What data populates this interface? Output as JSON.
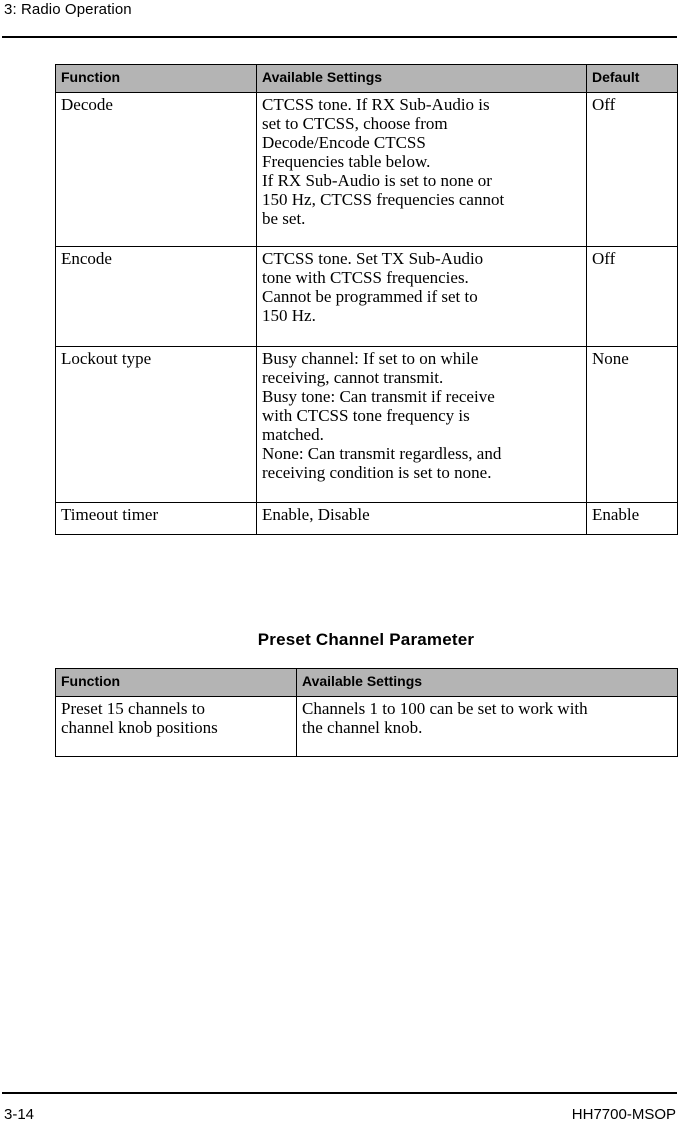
{
  "header": {
    "title": "3: Radio Operation"
  },
  "settings_table": {
    "columns": [
      "Function",
      "Available Settings",
      "Default"
    ],
    "rows": [
      {
        "function": "Decode",
        "settings_lines": [
          "CTCSS tone. If RX Sub-Audio is",
          "set to CTCSS, choose from",
          "Decode/Encode CTCSS",
          "Frequencies table below.",
          "If RX Sub-Audio is set to none or",
          "150 Hz, CTCSS frequencies cannot",
          "be set."
        ],
        "default": "Off"
      },
      {
        "function": "Encode",
        "settings_lines": [
          "CTCSS tone. Set TX Sub-Audio",
          "tone with CTCSS frequencies.",
          "Cannot be programmed if set to",
          "150 Hz."
        ],
        "default": "Off"
      },
      {
        "function": "Lockout type",
        "settings_lines": [
          "Busy channel: If set to on while",
          "receiving, cannot transmit.",
          "Busy tone: Can transmit if receive",
          "with CTCSS tone frequency is",
          "matched.",
          "None: Can transmit regardless, and",
          "receiving condition is set to none."
        ],
        "default": "None"
      },
      {
        "function": "Timeout timer",
        "settings_lines": [
          "Enable, Disable"
        ],
        "default": "Enable"
      }
    ]
  },
  "preset_section": {
    "heading": "Preset Channel Parameter",
    "columns": [
      "Function",
      "Available Settings"
    ],
    "rows": [
      {
        "function_lines": [
          "Preset 15 channels to",
          "channel knob positions"
        ],
        "settings_lines": [
          "Channels 1 to 100 can be set to work with",
          "the channel knob."
        ]
      }
    ]
  },
  "footer": {
    "page_number": "3-14",
    "document_id": "HH7700-MSOP"
  }
}
